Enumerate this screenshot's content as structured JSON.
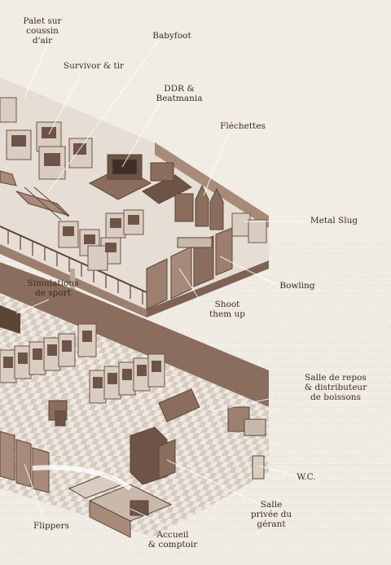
{
  "labels": {
    "air_hockey": "Palet sur\ncoussin\nd'air",
    "babyfoot": "Babyfoot",
    "survivor": "Survivor & tir",
    "ddr": "DDR &\nBeatmania",
    "flechettes": "Fléchettes",
    "metal_slug": "Metal Slug",
    "sport_sims": "Simulations\nde sport",
    "bowling": "Bowling",
    "shmup": "Shoot\nthem up",
    "lounge": "Salle de repos\n& distributeur\nde boissons",
    "wc": "W.C.",
    "flippers": "Flippers",
    "office": "Salle\nprivée du\ngérant",
    "reception": "Accueil\n& comptoir"
  },
  "colors": {
    "background": "#f1ece6",
    "floor_upper": "#e4dbd2",
    "wall": "#8a6d5d",
    "machine_dark": "#6e5446",
    "machine_light": "#d9cdc2",
    "ink": "#3a2a20"
  }
}
